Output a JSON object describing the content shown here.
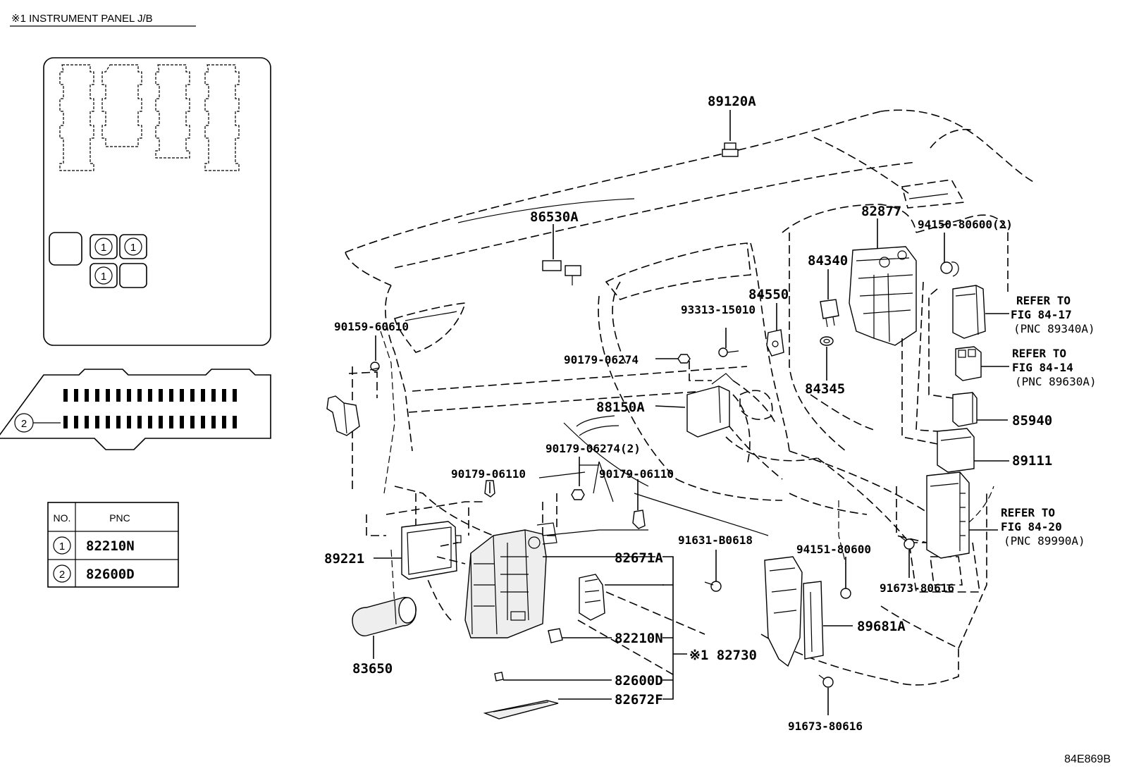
{
  "inset": {
    "title": "※1 INSTRUMENT PANEL J/B",
    "circle_labels": [
      "1",
      "1",
      "1",
      "2"
    ]
  },
  "table": {
    "headers": [
      "NO.",
      "PNC"
    ],
    "rows": [
      {
        "no": "1",
        "pnc": "82210N"
      },
      {
        "no": "2",
        "pnc": "82600D"
      }
    ]
  },
  "parts": {
    "p89120A": "89120A",
    "p86530A": "86530A",
    "p82877": "82877",
    "p94150": "94150-80600(2)",
    "p84340": "84340",
    "p84550": "84550",
    "p93313": "93313-15010",
    "p90159": "90159-60610",
    "p90179a": "90179-06274",
    "p84345": "84345",
    "p88150A": "88150A",
    "p90179b": "90179-06274(2)",
    "p90179c": "90179-06110",
    "p90179d": "90179-06110",
    "p85940": "85940",
    "p89111": "89111",
    "p89221": "89221",
    "p82671A": "82671A",
    "p91631": "91631-B0618",
    "p94151": "94151-80600",
    "p91673a": "91673-80616",
    "p89681A": "89681A",
    "p82210N": "82210N",
    "p82730": "※1 82730",
    "p82600D": "82600D",
    "p82672F": "82672F",
    "p83650": "83650",
    "p91673b": "91673-80616"
  },
  "refs": [
    {
      "line1": "REFER TO",
      "line2": "FIG 84-17",
      "line3": "(PNC 89340A)"
    },
    {
      "line1": "REFER TO",
      "line2": "FIG 84-14",
      "line3": "(PNC 89630A)"
    },
    {
      "line1": "REFER TO",
      "line2": "FIG 84-20",
      "line3": "(PNC 89990A)"
    }
  ],
  "figure_code": "84E869B"
}
